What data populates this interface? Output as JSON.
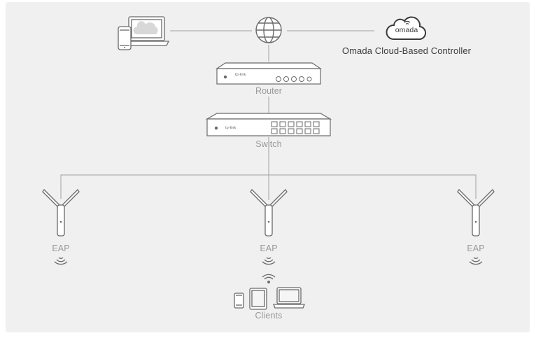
{
  "diagram": {
    "nodes": {
      "cloud_controller": {
        "label": "Omada Cloud-Based Controller",
        "logo_text": "omada"
      },
      "router": {
        "label": "Router",
        "brand_text": "tp-link"
      },
      "switch": {
        "label": "Switch",
        "brand_text": "tp-link"
      },
      "eaps": [
        {
          "label": "EAP"
        },
        {
          "label": "EAP"
        },
        {
          "label": "EAP"
        }
      ],
      "clients": {
        "label": "Clients"
      },
      "management_devices": {
        "icons": [
          "phone-icon",
          "laptop-icon"
        ]
      },
      "internet": {
        "icon": "globe-icon"
      }
    },
    "colors": {
      "background": "#f0f0f0",
      "line": "#9e9e9e",
      "device_stroke": "#6a6a6a",
      "label": "#9a9a9a",
      "controller_label": "#3c3c3c"
    }
  }
}
